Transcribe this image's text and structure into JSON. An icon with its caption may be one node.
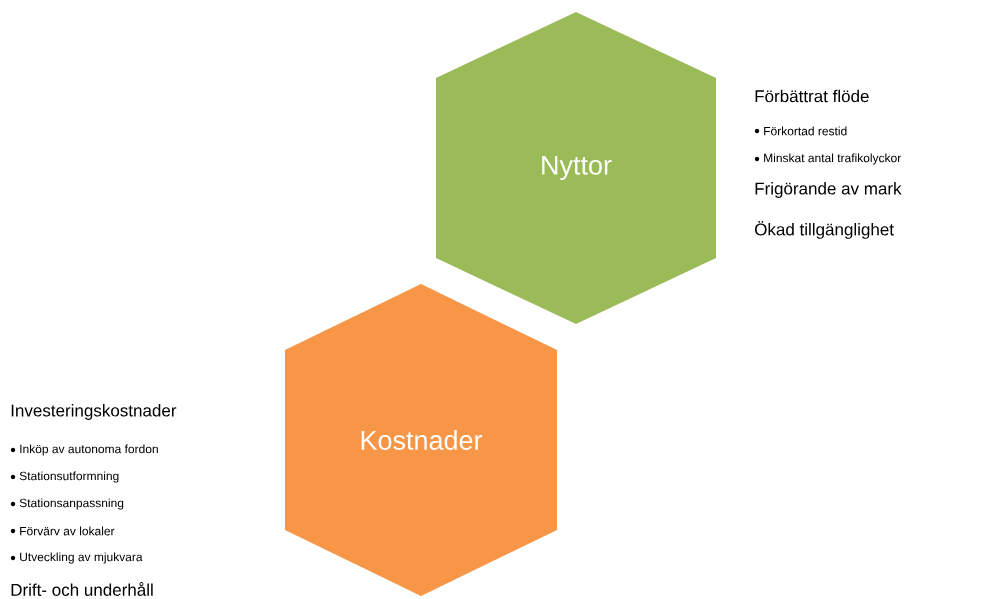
{
  "diagram": {
    "nodes": [
      {
        "text": [
          "Nyttor"
        ],
        "beside": [
          "Förbättrat flöde",
          "Förkortad restid",
          "Minskat antal trafikolyckor",
          "Frigörande av mark",
          "Ökad tillgänglighet"
        ]
      },
      {
        "text": [
          "Kostnader"
        ],
        "beside": [
          "Investeringskostnader",
          "Inköp av autonoma fordon",
          "Stationsutformning",
          "Stationsanpassning",
          "Förvärv av lokaler",
          "Utveckling av mjukvara",
          "Drift- och underhåll"
        ]
      }
    ]
  }
}
